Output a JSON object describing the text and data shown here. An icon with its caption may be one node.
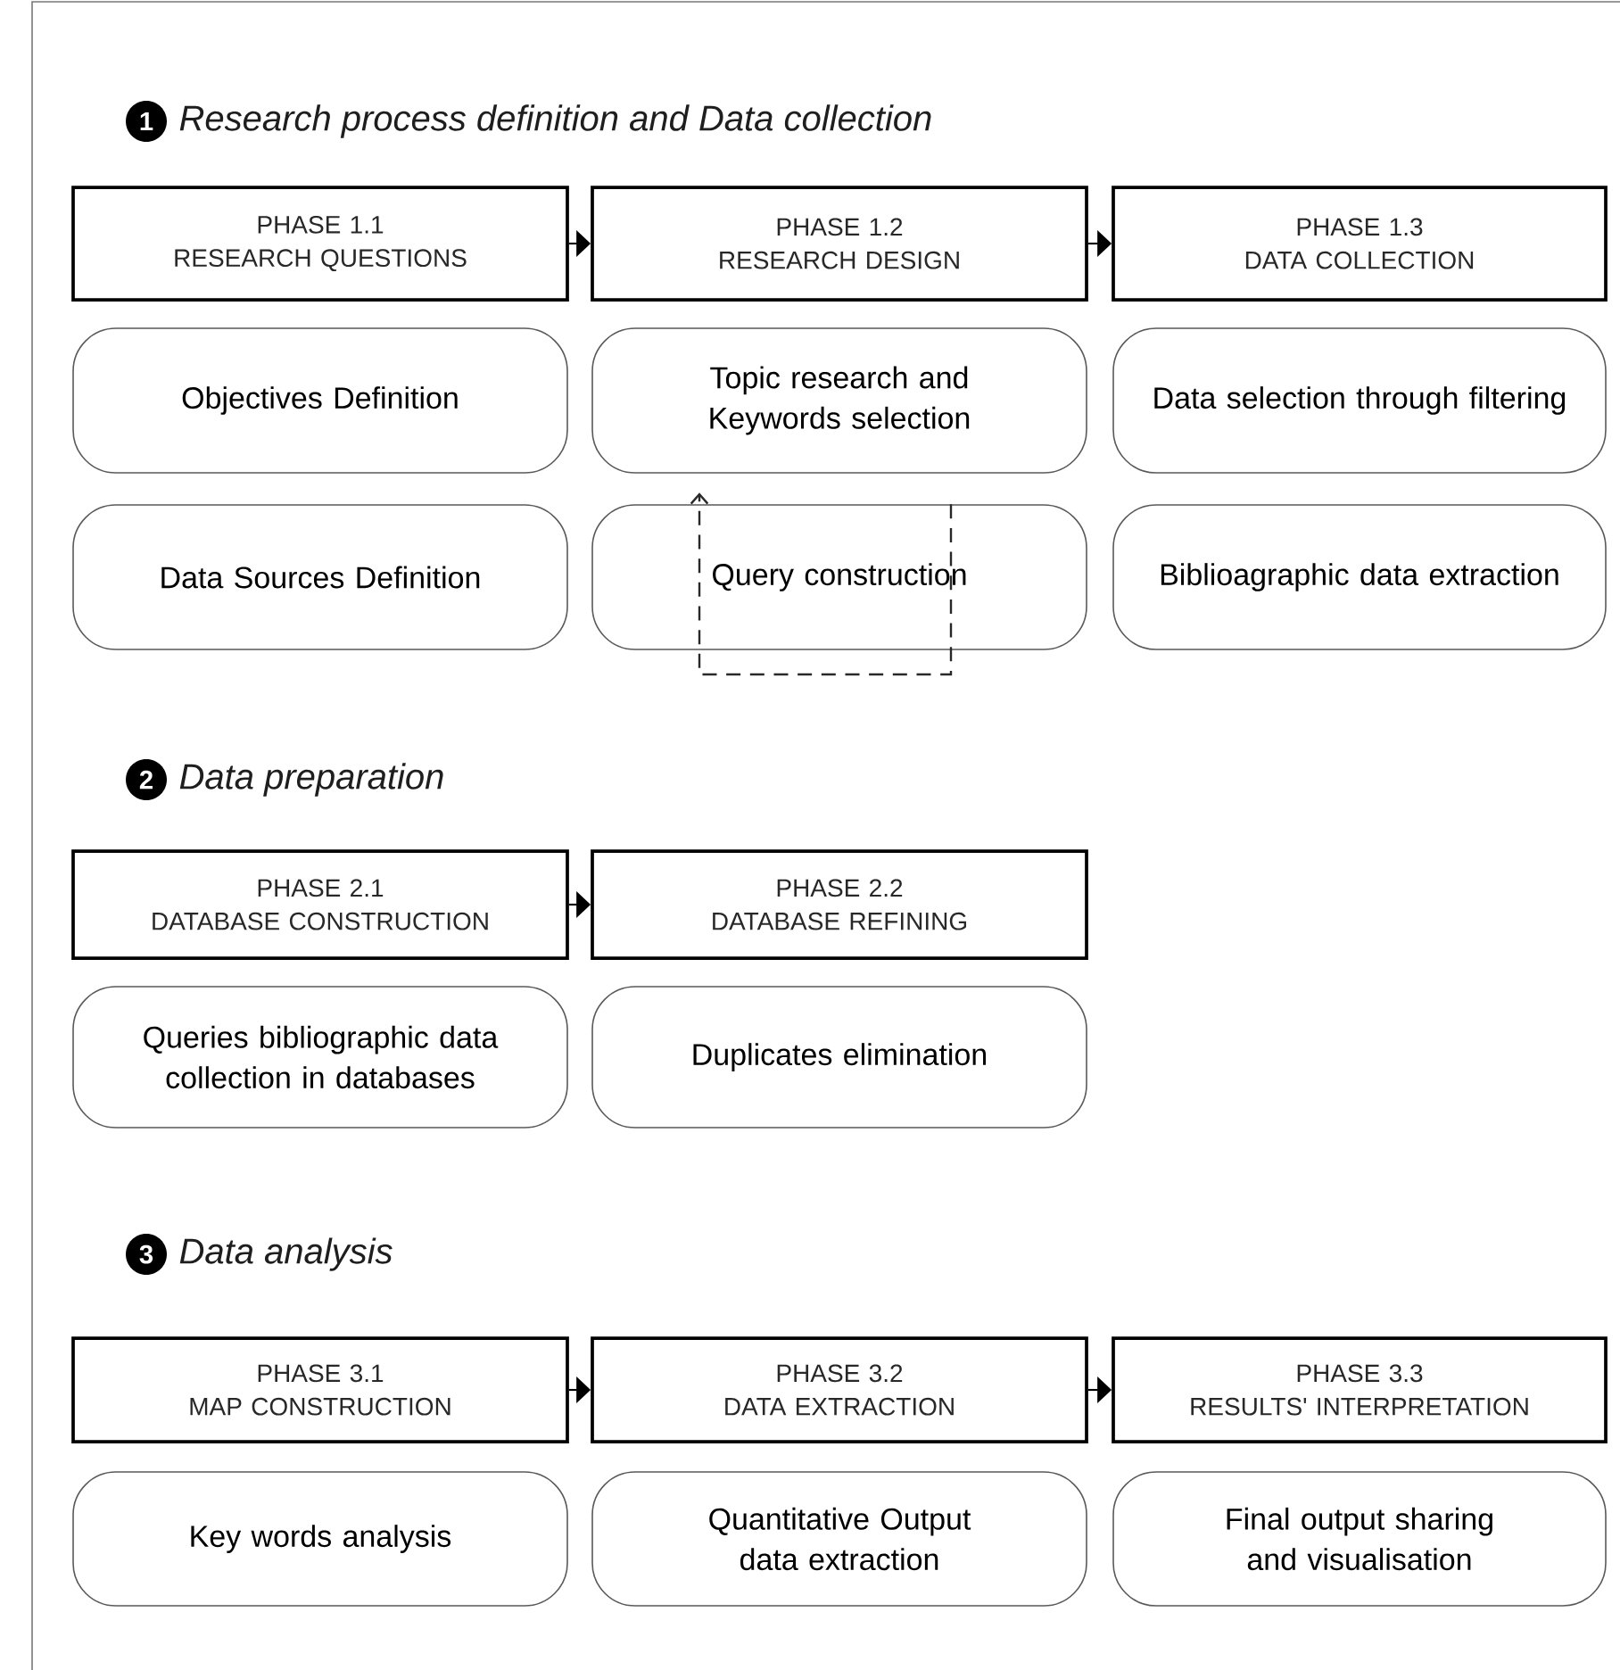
{
  "diagram": {
    "nodes": [
      {
        "text": [
          "1"
        ],
        "beside": [
          "Research process definition and Data collection"
        ]
      },
      {
        "text": [
          "PHASE 1.1",
          "RESEARCH QUESTIONS"
        ]
      },
      {
        "text": [
          "PHASE 1.2",
          "RESEARCH DESIGN"
        ]
      },
      {
        "text": [
          "PHASE 1.3",
          "DATA COLLECTION"
        ]
      },
      {
        "text": [
          "Objectives Definition"
        ]
      },
      {
        "text": [
          "Topic research and Keywords selection"
        ]
      },
      {
        "text": [
          "Data selection through filtering"
        ]
      },
      {
        "text": [
          "Data Sources Definition"
        ]
      },
      {
        "text": [
          "Query construction"
        ]
      },
      {
        "text": [
          "Biblioagraphic data extraction"
        ]
      },
      {
        "text": [
          "2"
        ],
        "beside": [
          "Data preparation"
        ]
      },
      {
        "text": [
          "PHASE 2.1",
          "DATABASE CONSTRUCTION"
        ]
      },
      {
        "text": [
          "PHASE 2.2",
          "DATABASE REFINING"
        ]
      },
      {
        "text": [
          "Queries bibliographic data collection in databases"
        ]
      },
      {
        "text": [
          "Duplicates elimination"
        ]
      },
      {
        "text": [
          "3"
        ],
        "beside": [
          "Data analysis"
        ]
      },
      {
        "text": [
          "PHASE 3.1",
          "MAP CONSTRUCTION"
        ]
      },
      {
        "text": [
          "PHASE 3.2",
          "DATA EXTRACTION"
        ]
      },
      {
        "text": [
          "PHASE 3.3",
          "RESULTS' INTERPRETATION"
        ]
      },
      {
        "text": [
          "Key words analysis"
        ]
      },
      {
        "text": [
          "Quantitative Output data extraction"
        ]
      },
      {
        "text": [
          "Final output sharing and visualisation"
        ]
      }
    ],
    "edges": [
      {
        "from": 1,
        "to": 2,
        "arrow": "to"
      },
      {
        "from": 2,
        "to": 3,
        "arrow": "to"
      },
      {
        "from": 8,
        "to": 5,
        "arrow": "to",
        "style": "dashed"
      },
      {
        "from": 11,
        "to": 12,
        "arrow": "to"
      },
      {
        "from": 16,
        "to": 17,
        "arrow": "to"
      },
      {
        "from": 17,
        "to": 18,
        "arrow": "to"
      }
    ]
  }
}
